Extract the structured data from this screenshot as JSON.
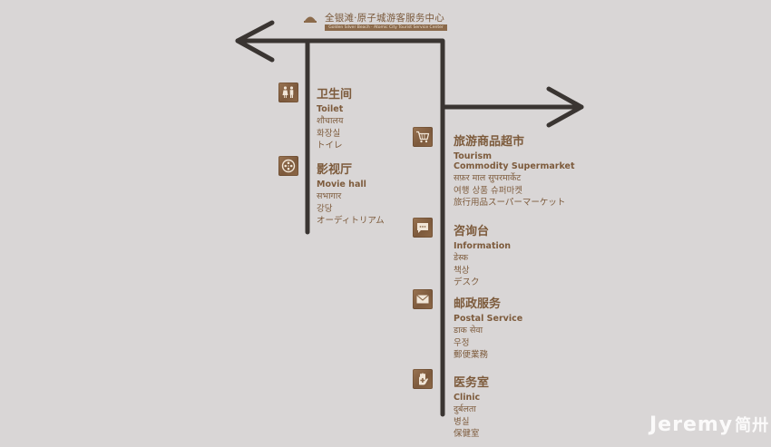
{
  "header": {
    "title": "全银滩·原子城游客服务中心",
    "subtitle": "Golden Silver Beach · Atomic City Tourist Service Center"
  },
  "colors": {
    "background": "#d9d6d6",
    "arrow": "#3a3532",
    "text_brown": "#7d5b3c",
    "icon_wood": "#8b6a4b"
  },
  "left_column": [
    {
      "icon": "toilet-icon",
      "zh": "卫生间",
      "en": "Toilet",
      "lines": [
        "शौचालय",
        "화장실",
        "トイレ"
      ]
    },
    {
      "icon": "film-reel-icon",
      "zh": "影视厅",
      "en": "Movie hall",
      "lines": [
        "सभागार",
        "강당",
        "オーディトリアム"
      ]
    }
  ],
  "right_column": [
    {
      "icon": "shopping-cart-icon",
      "zh": "旅游商品超市",
      "en_lines": [
        "Tourism",
        "Commodity Supermarket"
      ],
      "lines": [
        "सफ़र माल सुपरमार्केट",
        "여행 상품 슈퍼마켓",
        "旅行用品スーパーマーケット"
      ]
    },
    {
      "icon": "chat-bubble-icon",
      "zh": "咨询台",
      "en": "Information",
      "lines": [
        "डेस्क",
        "책상",
        "デスク"
      ]
    },
    {
      "icon": "envelope-icon",
      "zh": "邮政服务",
      "en": "Postal Service",
      "lines": [
        "डाक सेवा",
        "우정",
        "郵便業務"
      ]
    },
    {
      "icon": "medical-hand-icon",
      "zh": "医务室",
      "en": "Clinic",
      "lines": [
        "दुर्बलता",
        "병실",
        "保健室"
      ]
    }
  ],
  "watermark": {
    "text": "Jeremy",
    "text_cn": "简卅"
  }
}
